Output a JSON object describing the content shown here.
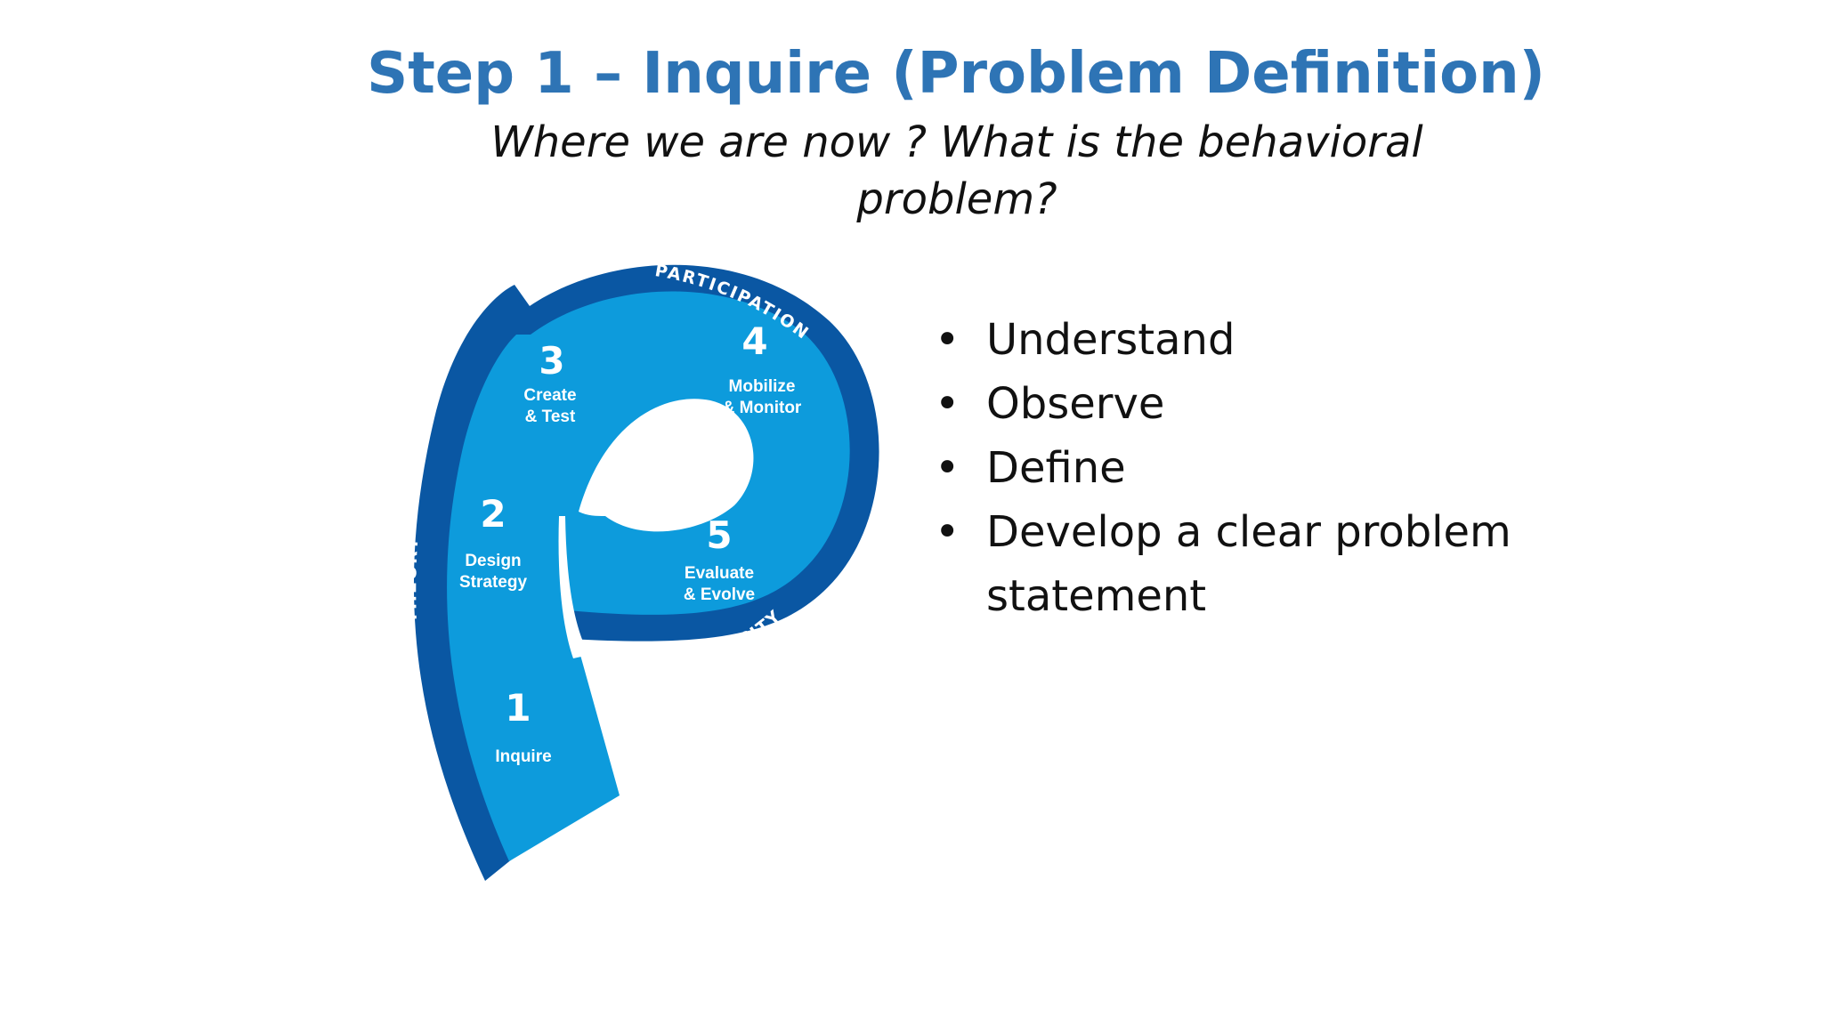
{
  "slide": {
    "title": "Step 1 – Inquire (Problem Definition)",
    "subtitle": "Where we are now ? What is the behavioral problem?"
  },
  "diagram": {
    "band_labels": {
      "left": "THEORY",
      "top": "PARTICIPATION",
      "bottom": "CAPACITY"
    },
    "steps": [
      {
        "number": "1",
        "line1": "Inquire",
        "line2": ""
      },
      {
        "number": "2",
        "line1": "Design",
        "line2": "Strategy"
      },
      {
        "number": "3",
        "line1": "Create",
        "line2": "& Test"
      },
      {
        "number": "4",
        "line1": "Mobilize",
        "line2": "& Monitor"
      },
      {
        "number": "5",
        "line1": "Evaluate",
        "line2": "& Evolve"
      }
    ],
    "colors": {
      "outer_band": "#0a57a3",
      "inner_fill": "#0d9bdc",
      "text": "#ffffff"
    }
  },
  "bullets": {
    "marker": "•",
    "items": [
      "Understand",
      "Observe",
      "Define",
      "Develop a clear problem statement"
    ]
  }
}
